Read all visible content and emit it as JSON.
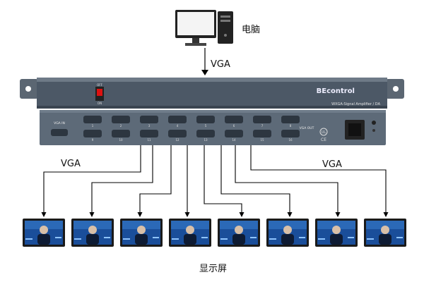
{
  "computer": {
    "label": "电脑"
  },
  "input": {
    "label": "VGA"
  },
  "device": {
    "brand": "BEcontrol",
    "model": "WXGA-Signal Amplifier / DA",
    "switch_off": "OFF",
    "switch_on": "ON",
    "vga_in_label": "VGA IN",
    "out_label": "VGA OUT",
    "port_numbers": [
      "1",
      "2",
      "3",
      "4",
      "5",
      "6",
      "7",
      "8",
      "9",
      "10",
      "11",
      "12",
      "13",
      "14",
      "15",
      "16"
    ]
  },
  "outputs": {
    "left_label": "VGA",
    "right_label": "VGA"
  },
  "displays": {
    "label": "显示屏",
    "count": 8
  },
  "colors": {
    "device_front": "#4c5866",
    "device_back": "#5d6a78",
    "port": "#2d3640",
    "screen": "#1a4e9a",
    "wire": "#000000"
  }
}
